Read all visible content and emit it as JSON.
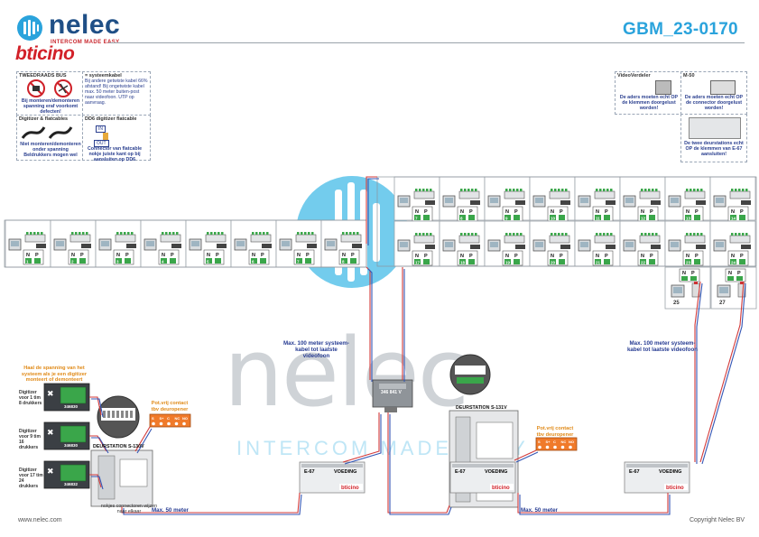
{
  "header": {
    "brand": "nelec",
    "tagline": "INTERCOM MADE EASY",
    "partner": "bticino",
    "doc_id": "GBM_23-0170"
  },
  "watermark": {
    "text": "nelec",
    "tagline": "INTERCOM MADE EASY"
  },
  "legend_top_left": {
    "box1_title": "TWEEDRAADS BUS",
    "box1_warning": "Bij monteren/demonteren spanning eraf voorkomt defecten!",
    "box2_title": "= systeemkabel",
    "box2_text": "Bij andere getwiste kabel 66% afstand! Bij ongetwiste kabel max. 50 meter buiten-post naar videofoon. UTP op aanvraag.",
    "box3_title": "Digitizer & flatcables",
    "box3_warning": "Niet monteren/demonteren onder spanning Beldrukkers mogen wel",
    "box4_title": "DD6 digitizer flatcable",
    "box4_in": "IN",
    "box4_out": "OUT",
    "box4_text": "Connector van flatcable nokje juiste kant op bij aansluiten op DD6"
  },
  "legend_top_right": {
    "videoverdeler_title": "VideoVerdeler",
    "videoverdeler_text": "De aders moeten echt OP de klemmen doorgelust worden!",
    "m50_title": "M-50",
    "m50_text": "De aders moeten echt OP de connector doorgelust worden!",
    "psu_text": "De twee deurstations echt OP de klemmen van E-67 aansluiten!"
  },
  "units": {
    "left_row_count": 8,
    "right_row_top_count": 8,
    "right_row_bottom_count": 8,
    "unit_25_label": "25",
    "unit_27_label": "27",
    "np_labels": [
      "N",
      "P"
    ],
    "numbers_top": [
      "7",
      "8",
      "9",
      "10",
      "11",
      "12",
      "13",
      "14"
    ],
    "numbers_right_bottom": [
      "17",
      "18",
      "19",
      "20",
      "21",
      "22",
      "23",
      "24"
    ],
    "numbers_left": [
      "1",
      "2",
      "3",
      "4",
      "5",
      "6",
      "7",
      "8"
    ]
  },
  "annotations": {
    "digitizer_note": "Haal de spanning van het systeem als je een digitizer monteert of demonteert",
    "digitizer1": "Digitizer voor 1 tim 8 drukkers",
    "digitizer2": "Digitizer voor 9 tim 16 drukkers",
    "digitizer3": "Digitizer voor 17 tim 24 drukkers",
    "ds1_label": "DEURSTATION S-130V",
    "ds2_label": "DEURSTATION S-131V",
    "potvrij1": "Pot.vrij contact tbv deuropener",
    "potvrij2": "Pot.vrij contact tbv deuropener",
    "nokjes": "nokjes connectoren wijzen naar elkaar",
    "max50_left": "Max. 50 meter",
    "max50_right": "Max. 50 meter",
    "max100_left": "Max. 100 meter systeem-kabel tot laatste videofoon",
    "max100_right": "Max. 100 meter systeem-kabel tot laatste videofoon",
    "psu_label": "VOEDING",
    "psu_model": "E-67",
    "distributor_label": "346 841 V",
    "terminals": [
      "S",
      "S+",
      "C",
      "NC",
      "NO"
    ],
    "digitizer_codes": [
      "346830",
      "346830",
      "346832"
    ],
    "bus_terminals": [
      "P",
      "N",
      "S+",
      "C",
      "NO"
    ]
  },
  "footer": {
    "website": "www.nelec.com",
    "copyright": "Copyright Nelec BV"
  },
  "colors": {
    "brand_blue": "#1f4f86",
    "doc_blue": "#2aa3dc",
    "red": "#d22028",
    "wire_red": "#d33a3a",
    "wire_blue": "#3456b5",
    "orange": "#f07a2a",
    "green": "#3aa64a"
  }
}
